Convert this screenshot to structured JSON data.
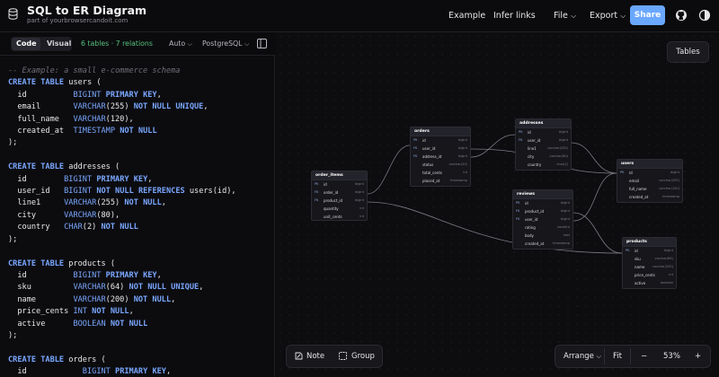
{
  "header": {
    "title": "SQL to ER Diagram",
    "subtitle": "part of yourbrowsercandoit.com",
    "nav_example": "Example",
    "nav_infer": "Infer links",
    "nav_file": "File",
    "nav_export": "Export",
    "share": "Share"
  },
  "toolbar": {
    "tab_code": "Code",
    "tab_visual": "Visual",
    "stats": "6 tables · 7 relations",
    "layout": "Auto",
    "dialect": "PostgreSQL"
  },
  "code_lines": [
    "-- Example: a small e-commerce schema",
    "CREATE TABLE users (",
    "  id          BIGINT PRIMARY KEY,",
    "  email       VARCHAR(255) NOT NULL UNIQUE,",
    "  full_name   VARCHAR(120),",
    "  created_at  TIMESTAMP NOT NULL",
    ");",
    "",
    "CREATE TABLE addresses (",
    "  id        BIGINT PRIMARY KEY,",
    "  user_id   BIGINT NOT NULL REFERENCES users(id),",
    "  line1     VARCHAR(255) NOT NULL,",
    "  city      VARCHAR(80),",
    "  country   CHAR(2) NOT NULL",
    ");",
    "",
    "CREATE TABLE products (",
    "  id          BIGINT PRIMARY KEY,",
    "  sku         VARCHAR(64) NOT NULL UNIQUE,",
    "  name        VARCHAR(200) NOT NULL,",
    "  price_cents INT NOT NULL,",
    "  active      BOOLEAN NOT NULL",
    ");",
    "",
    "CREATE TABLE orders (",
    "  id            BIGINT PRIMARY KEY,"
  ],
  "canvas": {
    "tables_button": "Tables",
    "note": "Note",
    "group": "Group",
    "arrange": "Arrange",
    "fit": "Fit",
    "zoom_out": "−",
    "zoom": "53%",
    "zoom_in": "+"
  },
  "entities": {
    "orders": {
      "name": "orders",
      "rows": [
        [
          "PK",
          "id",
          "bigint"
        ],
        [
          "FK",
          "user_id",
          "bigint"
        ],
        [
          "FK",
          "address_id",
          "bigint"
        ],
        [
          "",
          "status",
          "varchar(20)"
        ],
        [
          "",
          "total_cents",
          "int"
        ],
        [
          "",
          "placed_at",
          "timestamp"
        ]
      ]
    },
    "addresses": {
      "name": "addresses",
      "rows": [
        [
          "PK",
          "id",
          "bigint"
        ],
        [
          "FK",
          "user_id",
          "bigint"
        ],
        [
          "",
          "line1",
          "varchar(255)"
        ],
        [
          "",
          "city",
          "varchar(80)"
        ],
        [
          "",
          "country",
          "char(2)"
        ]
      ]
    },
    "order_items": {
      "name": "order_items",
      "rows": [
        [
          "PK",
          "id",
          "bigint"
        ],
        [
          "FK",
          "order_id",
          "bigint"
        ],
        [
          "FK",
          "product_id",
          "bigint"
        ],
        [
          "",
          "quantity",
          "int"
        ],
        [
          "",
          "unit_cents",
          "int"
        ]
      ]
    },
    "reviews": {
      "name": "reviews",
      "rows": [
        [
          "PK",
          "id",
          "bigint"
        ],
        [
          "FK",
          "product_id",
          "bigint"
        ],
        [
          "FK",
          "user_id",
          "bigint"
        ],
        [
          "",
          "rating",
          "smallint"
        ],
        [
          "",
          "body",
          "text"
        ],
        [
          "",
          "created_at",
          "timestamp"
        ]
      ]
    },
    "users": {
      "name": "users",
      "rows": [
        [
          "PK",
          "id",
          "bigint"
        ],
        [
          "",
          "email",
          "varchar(255)"
        ],
        [
          "",
          "full_name",
          "varchar(120)"
        ],
        [
          "",
          "created_at",
          "timestamp"
        ]
      ]
    },
    "products": {
      "name": "products",
      "rows": [
        [
          "PK",
          "id",
          "bigint"
        ],
        [
          "",
          "sku",
          "varchar(64)"
        ],
        [
          "",
          "name",
          "varchar(200)"
        ],
        [
          "",
          "price_cents",
          "int"
        ],
        [
          "",
          "active",
          "boolean"
        ]
      ]
    }
  }
}
